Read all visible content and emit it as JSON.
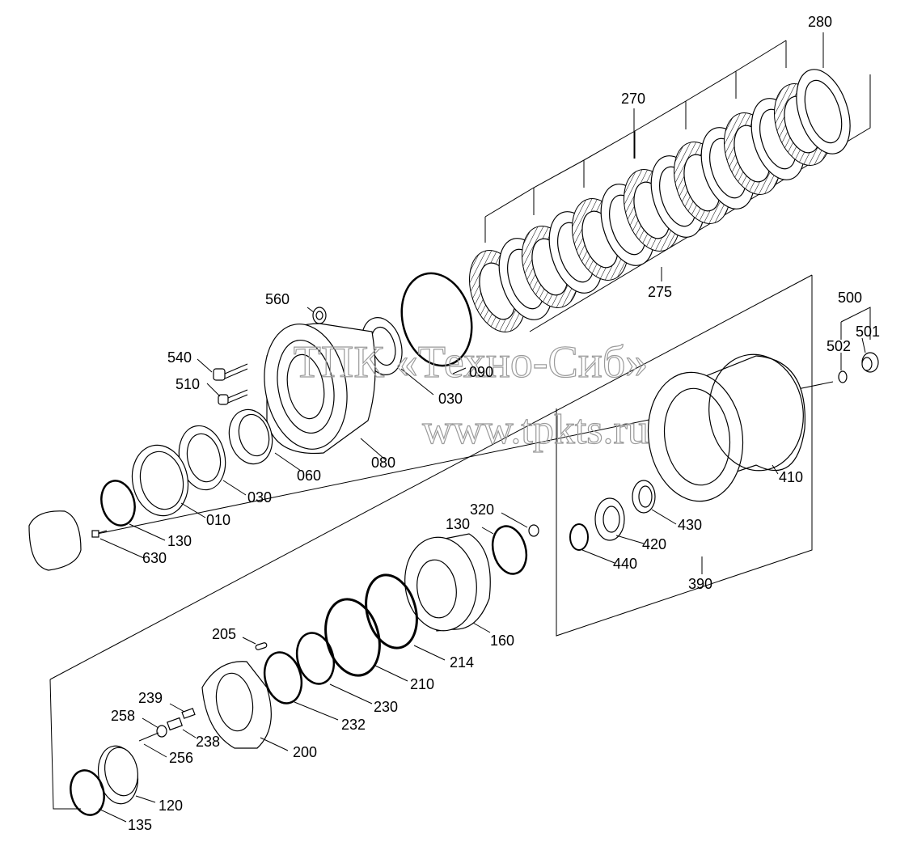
{
  "watermark": {
    "line1": "ТПК «Техно-Сиб»",
    "line2": "www.tpkts.ru"
  },
  "labels": [
    {
      "id": "280",
      "text": "280"
    },
    {
      "id": "270",
      "text": "270"
    },
    {
      "id": "275",
      "text": "275"
    },
    {
      "id": "500",
      "text": "500"
    },
    {
      "id": "501",
      "text": "501"
    },
    {
      "id": "502",
      "text": "502"
    },
    {
      "id": "560",
      "text": "560"
    },
    {
      "id": "540",
      "text": "540"
    },
    {
      "id": "510",
      "text": "510"
    },
    {
      "id": "090",
      "text": "090"
    },
    {
      "id": "030a",
      "text": "030"
    },
    {
      "id": "030b",
      "text": "030"
    },
    {
      "id": "060",
      "text": "060"
    },
    {
      "id": "080",
      "text": "080"
    },
    {
      "id": "010",
      "text": "010"
    },
    {
      "id": "130a",
      "text": "130"
    },
    {
      "id": "630",
      "text": "630"
    },
    {
      "id": "410",
      "text": "410"
    },
    {
      "id": "320",
      "text": "320"
    },
    {
      "id": "130b",
      "text": "130"
    },
    {
      "id": "430",
      "text": "430"
    },
    {
      "id": "420",
      "text": "420"
    },
    {
      "id": "440",
      "text": "440"
    },
    {
      "id": "390",
      "text": "390"
    },
    {
      "id": "160",
      "text": "160"
    },
    {
      "id": "214",
      "text": "214"
    },
    {
      "id": "210",
      "text": "210"
    },
    {
      "id": "230",
      "text": "230"
    },
    {
      "id": "232",
      "text": "232"
    },
    {
      "id": "205",
      "text": "205"
    },
    {
      "id": "239",
      "text": "239"
    },
    {
      "id": "258",
      "text": "258"
    },
    {
      "id": "238",
      "text": "238"
    },
    {
      "id": "256",
      "text": "256"
    },
    {
      "id": "200",
      "text": "200"
    },
    {
      "id": "120",
      "text": "120"
    },
    {
      "id": "135",
      "text": "135"
    }
  ]
}
